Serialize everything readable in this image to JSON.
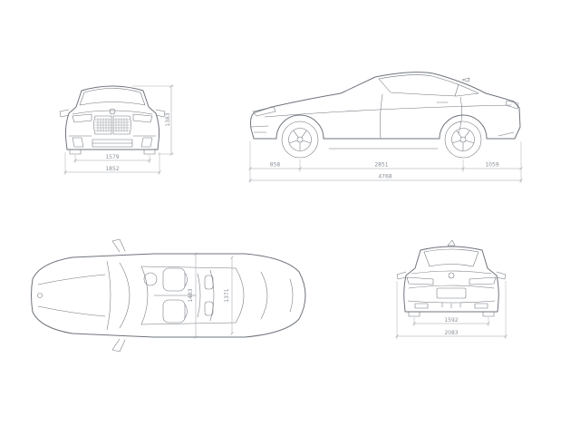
{
  "colors": {
    "body_line": "#6f747c",
    "dim_line": "#a0a5ac",
    "dim_text": "#8a8f97"
  },
  "views": {
    "front": {
      "dims": {
        "track_width": "1579",
        "overall_width": "1852",
        "overall_height": "1383"
      }
    },
    "side": {
      "dims": {
        "front_overhang": "858",
        "wheelbase": "2851",
        "rear_overhang": "1059",
        "overall_length": "4768"
      }
    },
    "top": {
      "dims": {
        "interior_width_front": "1483",
        "interior_width_rear": "1371"
      }
    },
    "rear": {
      "dims": {
        "track_width": "1592",
        "overall_width_incl_mirrors": "2083"
      }
    }
  }
}
